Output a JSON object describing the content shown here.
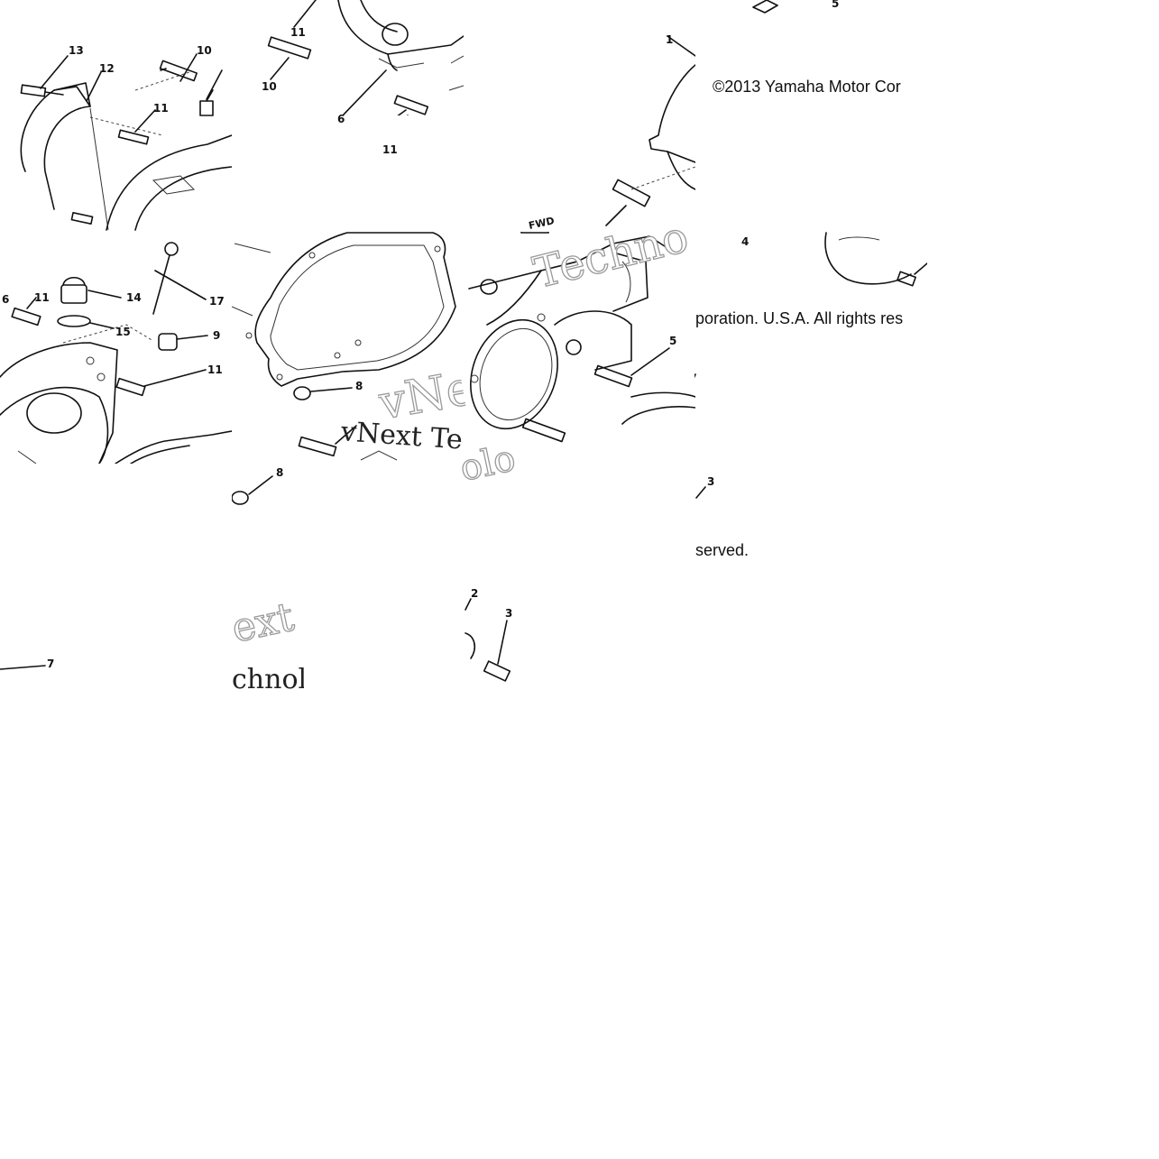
{
  "copyright": {
    "part1": "©2013 Yamaha Motor Cor",
    "part2": "poration. U.S.A. All rights res",
    "part3": "served."
  },
  "watermark": {
    "vnext": "vNe",
    "next_te": "vNext Te",
    "techno": "Techno",
    "ext": "ext",
    "chnol": "chnol",
    "olo": "olo"
  },
  "callouts": {
    "c1": "1",
    "c2": "2",
    "c3": "3",
    "c4": "4",
    "c5": "5",
    "c6": "6",
    "c7": "7",
    "c8": "8",
    "c9": "9",
    "c10": "10",
    "c11": "11",
    "c12": "12",
    "c13": "13",
    "c14": "14",
    "c15": "15",
    "c17": "17"
  },
  "labels": {
    "fwd": "FWD"
  }
}
